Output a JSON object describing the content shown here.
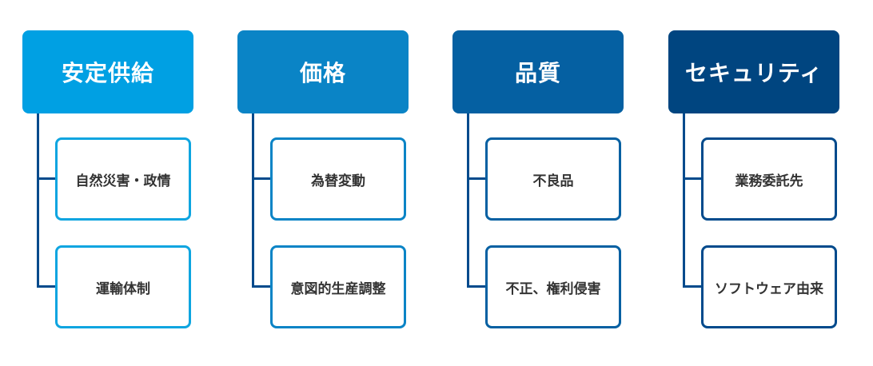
{
  "columns": [
    {
      "title": "安定供給",
      "items": [
        "自然災害・政情",
        "運輸体制"
      ]
    },
    {
      "title": "価格",
      "items": [
        "為替変動",
        "意図的生産調整"
      ]
    },
    {
      "title": "品質",
      "items": [
        "不良品",
        "不正、権利侵害"
      ]
    },
    {
      "title": "セキュリティ",
      "items": [
        "業務委託先",
        "ソフトウェア由来"
      ]
    }
  ],
  "colors": {
    "header_1": "#00a0e3",
    "header_2": "#0a84c6",
    "header_3": "#0560a2",
    "header_4": "#004580",
    "connector": "#004a8c",
    "text": "#333333"
  }
}
